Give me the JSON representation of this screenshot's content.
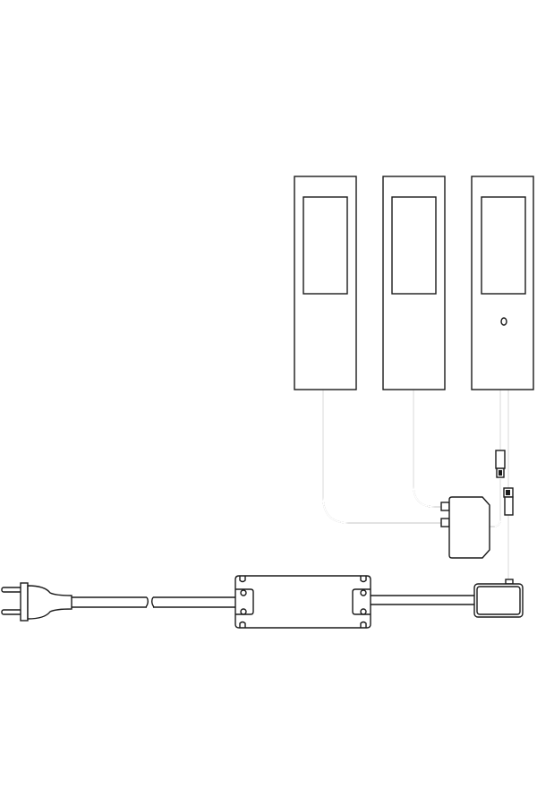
{
  "diagram": {
    "type": "wiring-illustration",
    "components": [
      "light-fixture",
      "light-fixture",
      "light-fixture-with-sensor",
      "junction-box",
      "switch-box",
      "led-driver",
      "mains-plug"
    ],
    "colors": {
      "line": "#1a1a1a",
      "background": "#ffffff"
    }
  }
}
